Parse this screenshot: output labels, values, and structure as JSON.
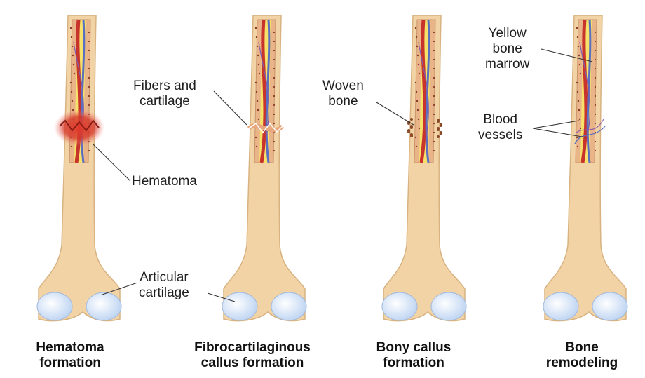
{
  "stages": [
    {
      "title": [
        "Hematoma",
        "formation"
      ]
    },
    {
      "title": [
        "Fibrocartilaginous",
        "callus formation"
      ]
    },
    {
      "title": [
        "Bony callus",
        "formation"
      ]
    },
    {
      "title": [
        "Bone",
        "remodeling"
      ]
    }
  ],
  "labels": {
    "hematoma": [
      "Hematoma"
    ],
    "articular_cartilage": [
      "Articular",
      "cartilage"
    ],
    "fibers_cartilage": [
      "Fibers and",
      "cartilage"
    ],
    "woven_bone": [
      "Woven",
      "bone"
    ],
    "yellow_marrow": [
      "Yellow",
      "bone",
      "marrow"
    ],
    "blood_vessels": [
      "Blood",
      "vessels"
    ]
  },
  "colors": {
    "bone": "#f2d3a6",
    "bone_outline": "#d8b381",
    "marrow": "#f6e16a",
    "artery": "#c8332b",
    "vein": "#5a6fc2",
    "cartilage": "#dbe8fb",
    "hematoma": "#d93a2e"
  }
}
